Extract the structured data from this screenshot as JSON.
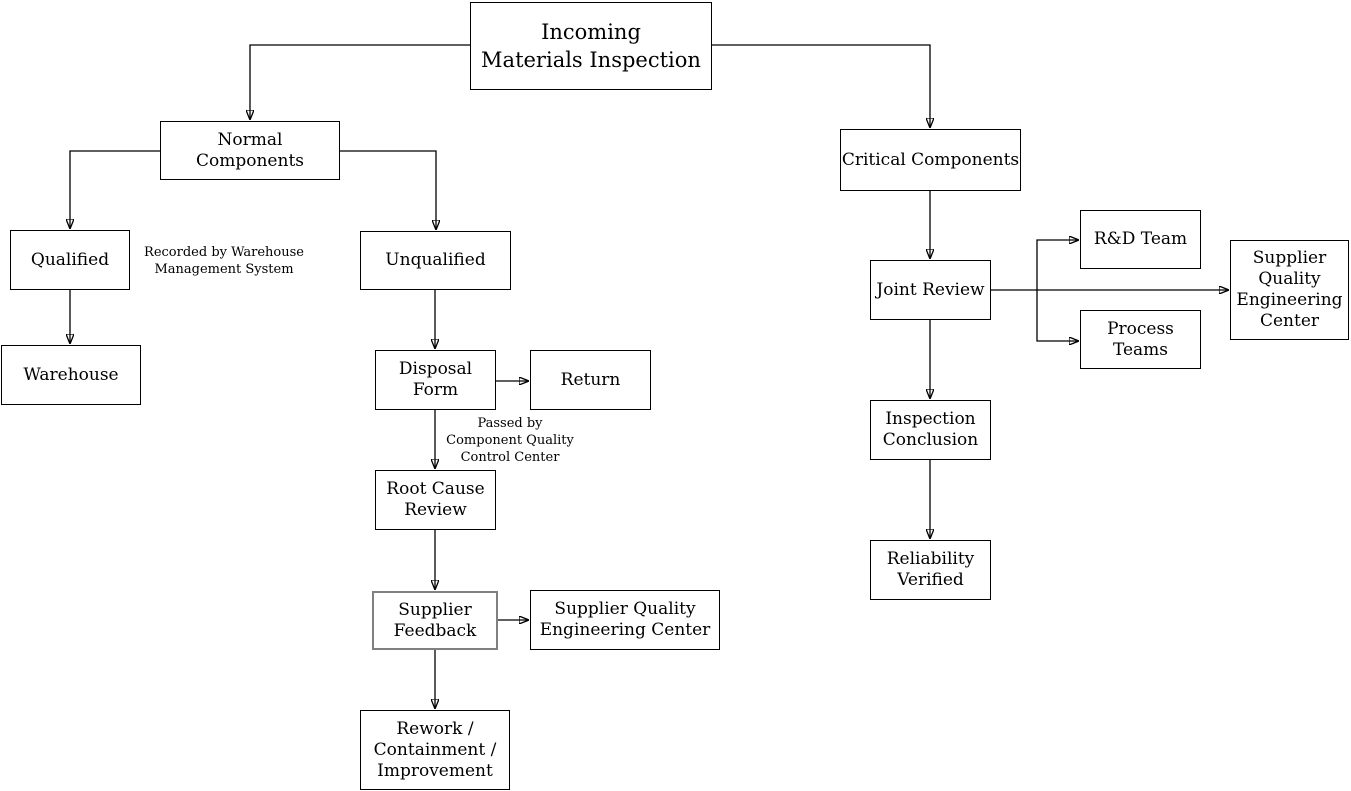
{
  "diagram": {
    "title": "Incoming Materials Inspection flowchart",
    "colors": {
      "background": "#ffffff",
      "box_border": "#000000",
      "selected_box_border": "#808080",
      "text": "#000000",
      "connector": "#000000"
    },
    "nodes": {
      "incoming": {
        "label": "Incoming\nMaterials Inspection"
      },
      "normal": {
        "label": "Normal Components"
      },
      "critical": {
        "label": "Critical Components"
      },
      "qualified": {
        "label": "Qualified"
      },
      "unqualified": {
        "label": "Unqualified"
      },
      "warehouse": {
        "label": "Warehouse"
      },
      "disposal_form": {
        "label": "Disposal\nForm"
      },
      "return_box": {
        "label": "Return"
      },
      "root_cause": {
        "label": "Root Cause\nReview"
      },
      "supplier_feedback": {
        "label": "Supplier\nFeedback"
      },
      "sqec_left": {
        "label": "Supplier Quality\nEngineering Center"
      },
      "rework": {
        "label": "Rework /\nContainment /\nImprovement"
      },
      "joint_review": {
        "label": "Joint Review"
      },
      "rd_team": {
        "label": "R&D Team"
      },
      "process_teams": {
        "label": "Process\nTeams"
      },
      "sqec_right": {
        "label": "Supplier\nQuality\nEngineering\nCenter"
      },
      "inspection": {
        "label": "Inspection\nConclusion"
      },
      "reliability": {
        "label": "Reliability\nVerified"
      }
    },
    "annotations": {
      "recorded": {
        "text": "Recorded by Warehouse\nManagement System"
      },
      "passed": {
        "text": "Passed by\nComponent Quality\nControl Center"
      }
    }
  }
}
